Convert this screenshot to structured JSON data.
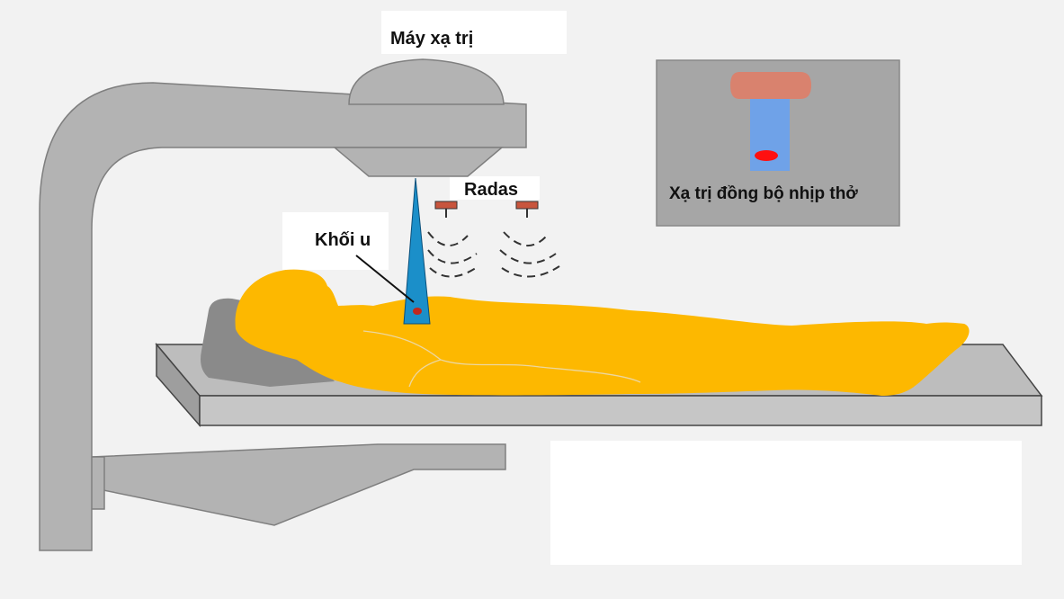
{
  "labels": {
    "machine": "Máy xạ trị",
    "radars": "Radas",
    "tumor": "Khối u",
    "inset_caption": "Xạ trị đồng bộ nhịp thở"
  },
  "colors": {
    "background": "#f2f2f2",
    "machine_gray": "#b3b3b3",
    "machine_outline": "#7f7f7f",
    "body_yellow": "#fdb800",
    "pillow": "#8a8a8a",
    "beam_blue": "#1b8fc9",
    "tumor_red": "#c0281e",
    "radar_brown": "#c8553d",
    "inset_bg": "#a6a6a6",
    "inset_pink": "#d9826e",
    "inset_blue": "#6fa2e8",
    "inset_red": "#ff1010"
  }
}
